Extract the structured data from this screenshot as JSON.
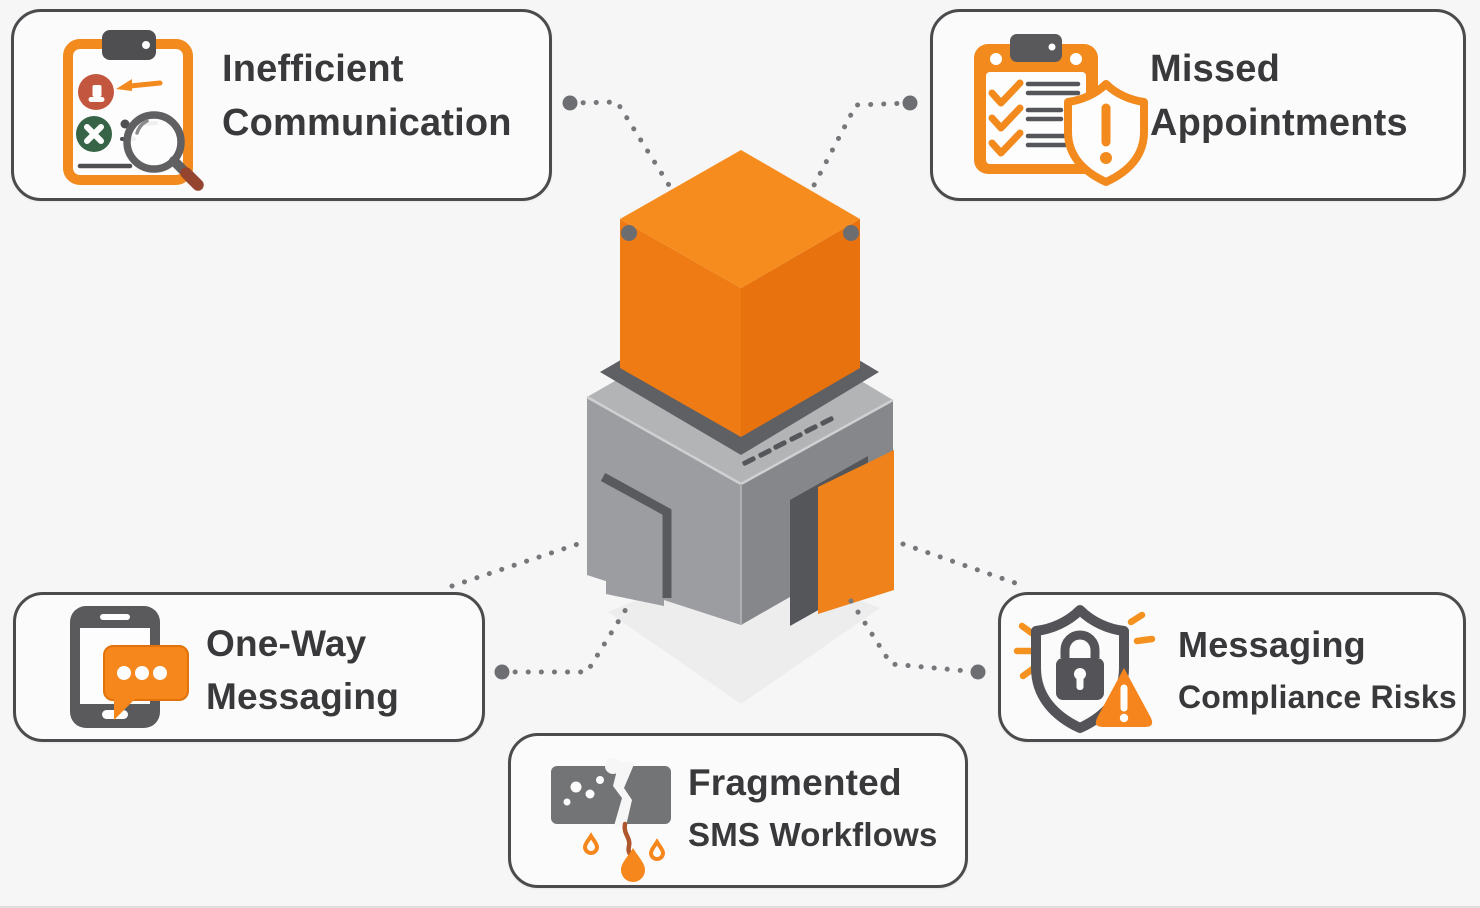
{
  "diagram": {
    "title_hint": "SMS pain-points diagram around stacked cubes",
    "colors": {
      "accent_orange": "#f5871c",
      "deep_orange": "#e97310",
      "dark_gray": "#55565a",
      "mid_gray": "#88898b",
      "light_gray": "#9c9da0",
      "text": "#39393b",
      "card_border": "#4b4b4d",
      "card_bg": "#fbfbfc",
      "page_bg": "#f6f6f7",
      "dot_line": "#76777a"
    },
    "center_illustration": {
      "name": "orange-cube-on-gray-cube",
      "description": "Isometric orange cube resting in recessed top of larger gray cube; dashed marks on gray rim, notched panel on left face, orange door panel on right face"
    },
    "cards": [
      {
        "id": "inefficient-communication",
        "line1": "Inefficient",
        "line2": "Communication",
        "icon": "clipboard-review-magnifier-icon",
        "position": "top-left"
      },
      {
        "id": "missed-appointments",
        "line1": "Missed",
        "line2": "Appointments",
        "icon": "checklist-alert-shield-icon",
        "position": "top-right"
      },
      {
        "id": "one-way-messaging",
        "line1": "One-Way",
        "line2": "Messaging",
        "icon": "phone-chat-bubble-icon",
        "position": "bottom-left"
      },
      {
        "id": "fragmented-sms-workflows",
        "line1": "Fragmented",
        "line2": "SMS Workflows",
        "icon": "broken-pipe-leak-icon",
        "position": "bottom-center"
      },
      {
        "id": "messaging-compliance-risks",
        "line1": "Messaging",
        "line2": "Compliance Risks",
        "icon": "shield-lock-warning-icon",
        "position": "bottom-right"
      }
    ]
  }
}
